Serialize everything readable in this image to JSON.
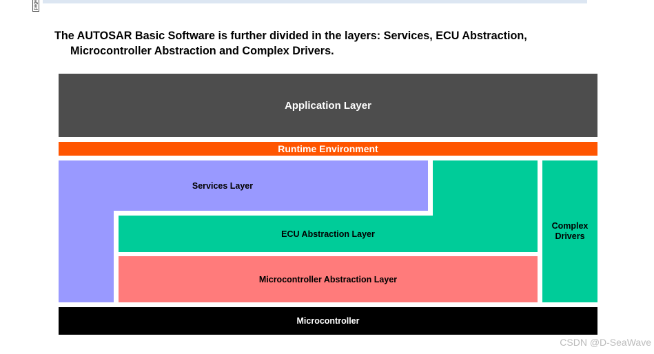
{
  "intro": {
    "line1": "The AUTOSAR Basic Software is further divided in the layers: Services, ECU Abstraction,",
    "line2": "Microcontroller  Abstraction and Complex Drivers."
  },
  "side_mark": "page",
  "diagram": {
    "application_layer": "Application Layer",
    "runtime_environment": "Runtime Environment",
    "services_layer": "Services Layer",
    "ecu_abstraction_layer": "ECU Abstraction Layer",
    "microcontroller_abstraction_layer": "Microcontroller Abstraction Layer",
    "complex_drivers": "Complex\nDrivers",
    "microcontroller": "Microcontroller"
  },
  "colors": {
    "application_layer": "#4d4d4d",
    "runtime_environment": "#ff5500",
    "services_layer": "#9999ff",
    "ecu_abstraction_layer": "#00cc99",
    "microcontroller_abstraction_layer": "#ff7b7b",
    "complex_drivers": "#00cc99",
    "microcontroller": "#000000"
  },
  "watermark": "CSDN @D-SeaWave"
}
